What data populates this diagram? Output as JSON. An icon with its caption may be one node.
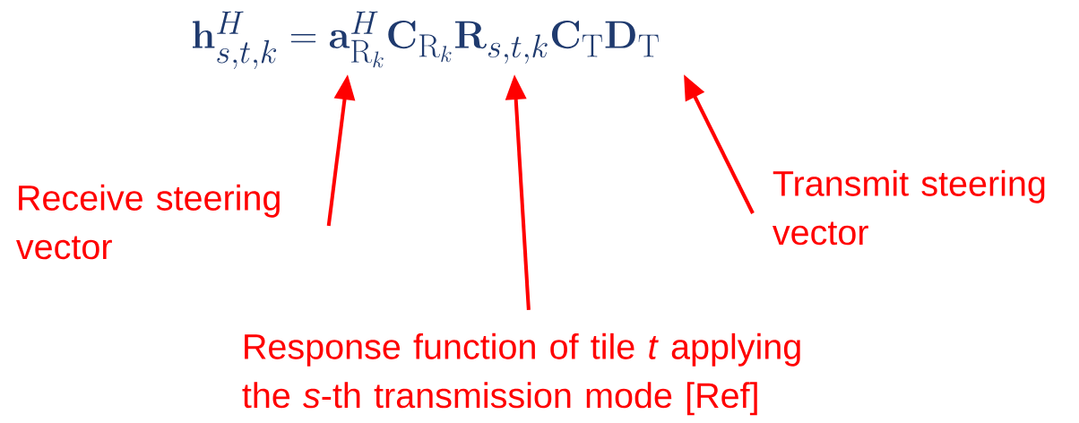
{
  "diagram": {
    "nodes": [
      {
        "text": [
          "Receive steering vector"
        ]
      },
      {
        "text": [
          "Response function of tile *t* applying the *s*-th transmission mode [Ref]"
        ]
      },
      {
        "text": [
          "Transmit steering vector"
        ]
      }
    ],
    "edges": [
      {
        "from": 0,
        "to": null,
        "arrow": "to"
      },
      {
        "from": 1,
        "to": null,
        "arrow": "to"
      },
      {
        "from": 2,
        "to": null,
        "arrow": "to"
      }
    ],
    "labels": [
      "\\mathbf{h}^{H}_{s,t,k} = \\mathbf{a}^{H}_{\\mathrm{R}_k}\\mathbf{C}_{\\mathrm{R}_k}\\mathbf{R}_{s,t,k}\\mathbf{C}_{\\mathrm{T}}\\mathbf{D}_{\\mathrm{T}}"
    ]
  }
}
